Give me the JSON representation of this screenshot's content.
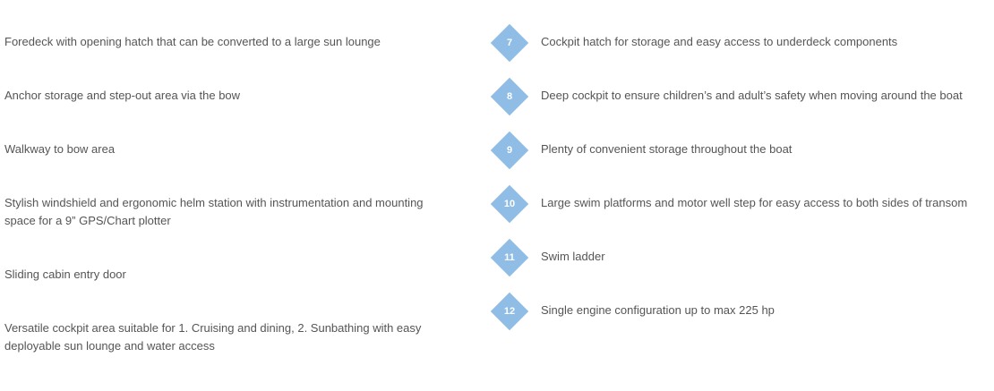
{
  "features_left": [
    {
      "text": "Foredeck with opening hatch that can be converted to a large sun lounge"
    },
    {
      "text": "Anchor storage and step-out area via the bow"
    },
    {
      "text": "Walkway to bow area"
    },
    {
      "text": "Stylish windshield and ergonomic helm station with instrumentation and mounting space for a 9” GPS/Chart plotter"
    },
    {
      "text": "Sliding cabin entry door"
    },
    {
      "text": "Versatile cockpit area suitable for 1. Cruising and dining, 2. Sunbathing with easy deployable sun lounge and water access"
    }
  ],
  "features_right": [
    {
      "number": "7",
      "text": "Cockpit hatch for storage and easy access to underdeck components"
    },
    {
      "number": "8",
      "text": "Deep cockpit to ensure children’s and adult’s safety when moving around the boat"
    },
    {
      "number": "9",
      "text": "Plenty of convenient storage throughout the boat"
    },
    {
      "number": "10",
      "text": "Large swim platforms and motor well step for easy access to both sides of transom"
    },
    {
      "number": "11",
      "text": "Swim ladder"
    },
    {
      "number": "12",
      "text": "Single engine configuration up to max 225 hp"
    }
  ],
  "colors": {
    "badge": "#8fbde6",
    "text": "#555555"
  }
}
